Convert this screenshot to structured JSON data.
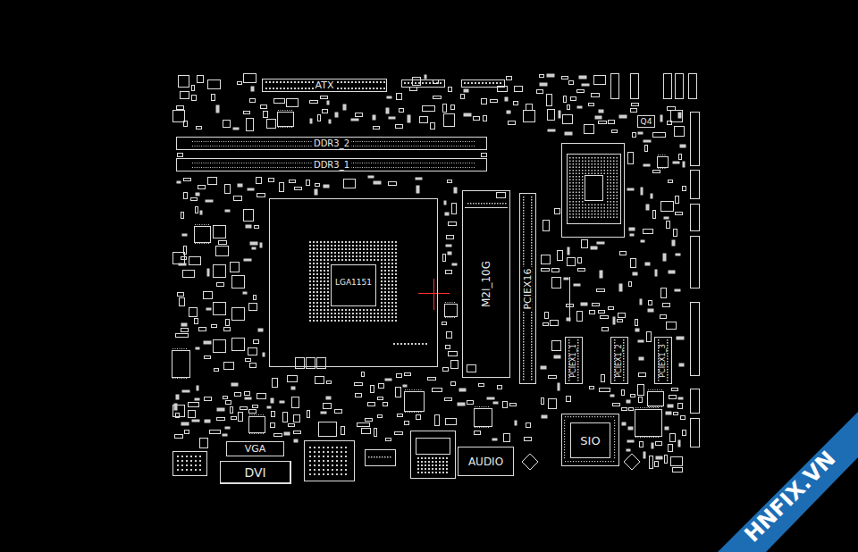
{
  "diagram": {
    "nodes": [
      {
        "text": [
          "ATX"
        ]
      },
      {
        "text": [
          "Q4"
        ]
      },
      {
        "text": [
          "DDR3_2"
        ]
      },
      {
        "text": [
          "DDR3_1"
        ]
      },
      {
        "text": [
          "LGA1151"
        ]
      },
      {
        "text": [
          "M2I_10G"
        ]
      },
      {
        "text": [
          "PCIEX16"
        ]
      },
      {
        "text": [
          "PCIEX1_1"
        ]
      },
      {
        "text": [
          "PCIEX1_2"
        ]
      },
      {
        "text": [
          "PCIEX1_3"
        ]
      },
      {
        "text": [
          "SIO"
        ]
      },
      {
        "text": [
          "VGA"
        ]
      },
      {
        "text": [
          "AUDIO"
        ]
      },
      {
        "text": [
          "DVI"
        ]
      }
    ],
    "labels": [
      "HNFIX.VN"
    ]
  }
}
